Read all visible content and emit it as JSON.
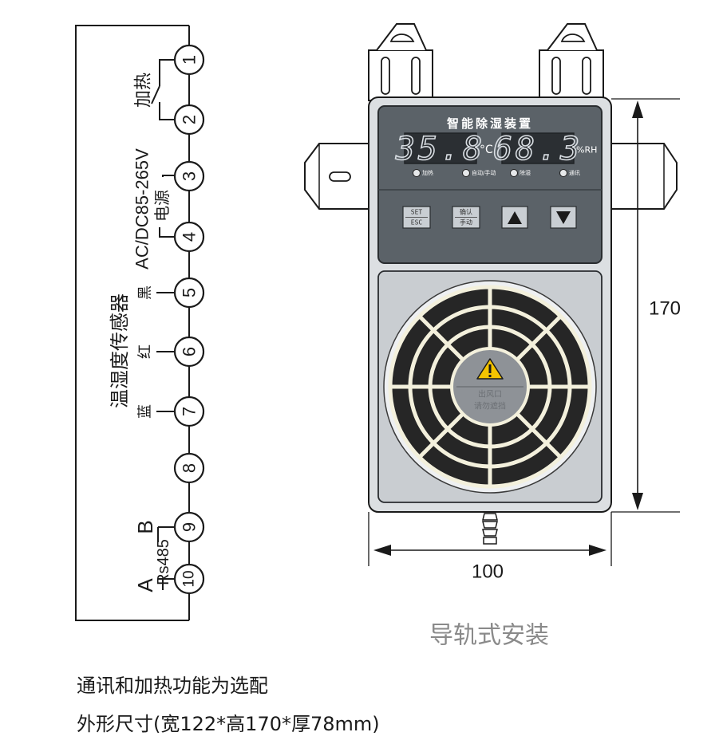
{
  "wiring": {
    "terminals": [
      "1",
      "2",
      "3",
      "4",
      "5",
      "6",
      "7",
      "8",
      "9",
      "10"
    ],
    "heater_label": "加热",
    "power_label": "AC/DC85-265V",
    "power_sub_label": "电源",
    "sensor_label": "温湿度传感器",
    "wire_black": "黑",
    "wire_red": "红",
    "wire_blue": "蓝",
    "rs485_label": "Rs485",
    "rs485_b": "B",
    "rs485_a": "A"
  },
  "device": {
    "title": "智能除湿装置",
    "temperature": "35.8",
    "temp_unit": "°C",
    "humidity": "68.3",
    "humidity_unit": "%RH",
    "indicators": [
      "加热",
      "自动/手动",
      "除湿",
      "通讯"
    ],
    "buttons": {
      "set_top": "SET",
      "set_bottom": "ESC",
      "confirm_top": "确认",
      "confirm_bottom": "手动"
    },
    "fan_label_1": "出风口",
    "fan_label_2": "请勿遮挡"
  },
  "dimensions": {
    "height": "170",
    "width": "100"
  },
  "install_label": "导轨式安装",
  "notes": {
    "optional": "通讯和加热功能为选配",
    "size": "外形尺寸(宽122*高170*厚78mm)"
  },
  "colors": {
    "panel_dark": "#5b6268",
    "panel_light": "#c9ced3",
    "fan_grill": "#262626",
    "warning": "#f5c400"
  }
}
